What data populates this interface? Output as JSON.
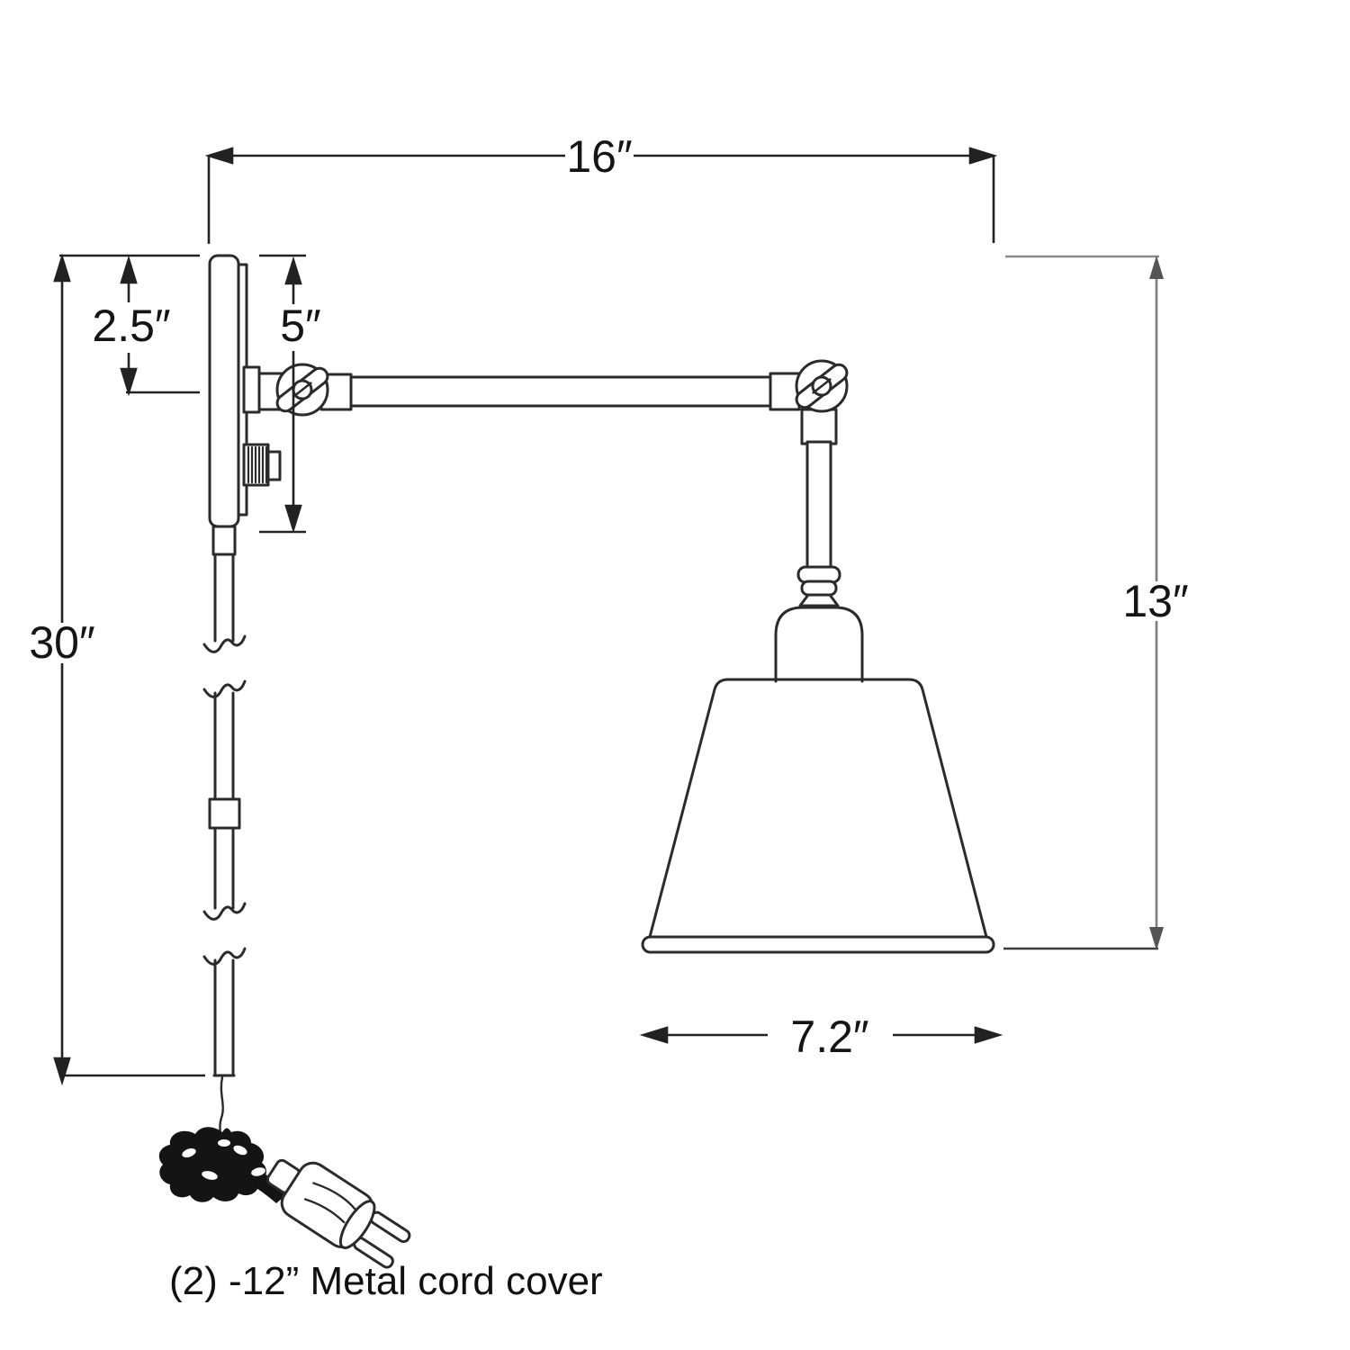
{
  "diagram": {
    "note": "(2) -12” Metal cord cover",
    "dimensions": {
      "overall_width": {
        "label": "16″"
      },
      "overall_height": {
        "label": "30″"
      },
      "backplate_offset": {
        "label": "2.5″"
      },
      "backplate_height": {
        "label": "5″"
      },
      "drop_height": {
        "label": "13″"
      },
      "shade_width": {
        "label": "7.2″"
      }
    },
    "colors": {
      "background": "#ffffff",
      "stroke": "#2b2b2b",
      "dimension_line": "#222222",
      "dimension_line_gray": "#7e7e7e",
      "text": "#111111"
    }
  }
}
